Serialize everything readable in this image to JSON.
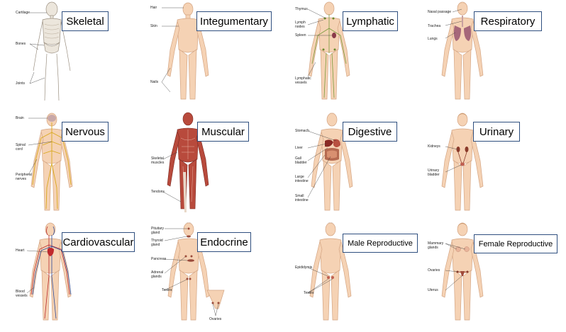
{
  "colors": {
    "skin": "#f5d2b4",
    "skin_edge": "#d4a583",
    "title_border": "#2f4f7f",
    "bone": "#e8e2d8",
    "nerve": "#d8a81c",
    "lymph": "#7a9a3c",
    "muscle": "#b84a3c",
    "organ": "#a4473a",
    "vessel_red": "#b8282c",
    "vessel_blue": "#2c4c9c",
    "lung": "#a6677a",
    "hair": "#c79466"
  },
  "panels": [
    {
      "id": "skeletal",
      "title": "Skeletal",
      "labels": [
        "Cartilage",
        "Bones",
        "Joints"
      ]
    },
    {
      "id": "integumentary",
      "title": "Integumentary",
      "labels": [
        "Hair",
        "Skin",
        "Nails"
      ]
    },
    {
      "id": "lymphatic",
      "title": "Lymphatic",
      "labels": [
        "Thymus",
        "Lymph nodes",
        "Spleen",
        "Lymphatic vessels"
      ]
    },
    {
      "id": "respiratory",
      "title": "Respiratory",
      "labels": [
        "Nasal passage",
        "Trachea",
        "Lungs"
      ]
    },
    {
      "id": "nervous",
      "title": "Nervous",
      "labels": [
        "Brain",
        "Spinal cord",
        "Peripheral nerves"
      ]
    },
    {
      "id": "muscular",
      "title": "Muscular",
      "labels": [
        "Skeletal muscles",
        "Tendons"
      ]
    },
    {
      "id": "digestive",
      "title": "Digestive",
      "labels": [
        "Stomach",
        "Liver",
        "Gall bladder",
        "Large intestine",
        "Small intestine"
      ]
    },
    {
      "id": "urinary",
      "title": "Urinary",
      "labels": [
        "Kidneys",
        "Urinary bladder"
      ]
    },
    {
      "id": "cardiovascular",
      "title": "Cardiovascular",
      "labels": [
        "Heart",
        "Blood vessels"
      ]
    },
    {
      "id": "endocrine",
      "title": "Endocrine",
      "labels": [
        "Pituitary gland",
        "Thyroid gland",
        "Pancreas",
        "Adrenal glands",
        "Testes",
        "Ovaries"
      ]
    },
    {
      "id": "male_reproductive",
      "title": "Male Reproductive",
      "labels": [
        "Epididymis",
        "Testes"
      ]
    },
    {
      "id": "female_reproductive",
      "title": "Female Reproductive",
      "labels": [
        "Mammary glands",
        "Ovaries",
        "Uterus"
      ]
    }
  ]
}
